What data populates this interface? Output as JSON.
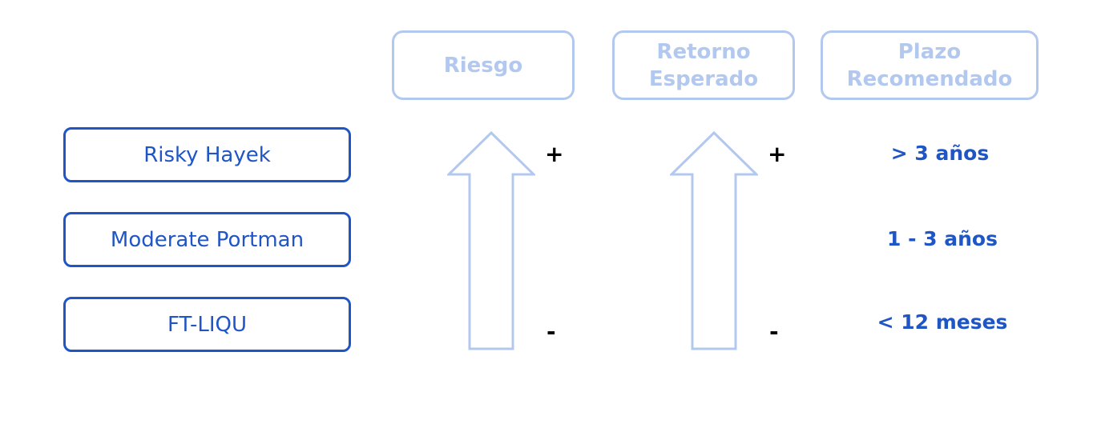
{
  "headers": {
    "risk": [
      "Riesgo"
    ],
    "return": [
      "Retorno",
      "Esperado"
    ],
    "term": [
      "Plazo",
      "Recomendado"
    ]
  },
  "funds": [
    "Risky Hayek",
    "Moderate Portman",
    "FT-LIQU"
  ],
  "signs": {
    "plus": "+",
    "minus": "-"
  },
  "terms": [
    "> 3 años",
    "1 - 3 años",
    "< 12 meses"
  ],
  "colors": {
    "primary": "#1f55c4",
    "light": "#b3c8ef",
    "sign": "#000000"
  },
  "icons": {
    "arrow": "up-arrow-outline"
  }
}
